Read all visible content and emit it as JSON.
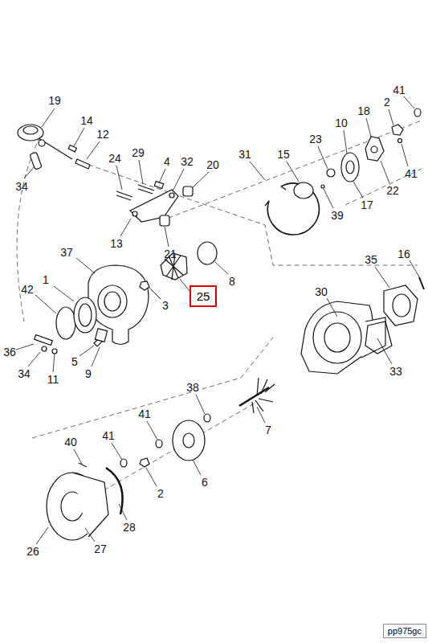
{
  "diagram": {
    "nodes": [
      {
        "text": [
          "25"
        ]
      },
      {
        "text": [
          "pp975gc"
        ]
      }
    ],
    "labels": [
      "19",
      "14",
      "12",
      "34",
      "24",
      "29",
      "4",
      "32",
      "20",
      "31",
      "15",
      "23",
      "10",
      "18",
      "2",
      "41",
      "41",
      "22",
      "17",
      "39",
      "13",
      "21",
      "37",
      "8",
      "3",
      "42",
      "1",
      "36",
      "34",
      "11",
      "5",
      "9",
      "35",
      "16",
      "30",
      "33",
      "38",
      "7",
      "41",
      "41",
      "40",
      "2",
      "6",
      "28",
      "27",
      "26"
    ]
  }
}
